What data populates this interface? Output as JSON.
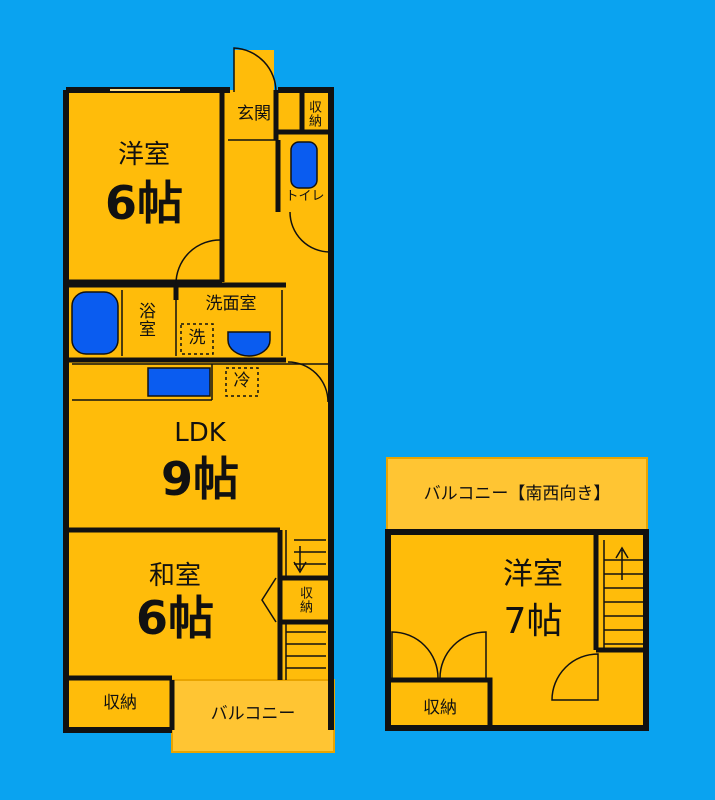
{
  "colors": {
    "background": "#0aa3f0",
    "floor": "#ffbc0a",
    "wall": "#111111",
    "fixture": "#0a5cf0",
    "balcony": "#ffc533"
  },
  "floor1": {
    "youshitsu": {
      "name": "洋室",
      "size": "6帖"
    },
    "genkan": "玄関",
    "shunou_entry": "収納",
    "toilet": "トイレ",
    "yokushitsu": "浴室",
    "senmenshitsu": "洗面室",
    "washer": "洗",
    "fridge": "冷",
    "ldk": {
      "name": "LDK",
      "size": "9帖"
    },
    "washitsu": {
      "name": "和室",
      "size": "6帖"
    },
    "shunou_stair": "収納",
    "shunou_bottom": "収納",
    "balcony": "バルコニー"
  },
  "floor2": {
    "balcony": "バルコニー【南西向き】",
    "youshitsu": {
      "name": "洋室",
      "size": "7帖"
    },
    "shunou": "収納"
  }
}
